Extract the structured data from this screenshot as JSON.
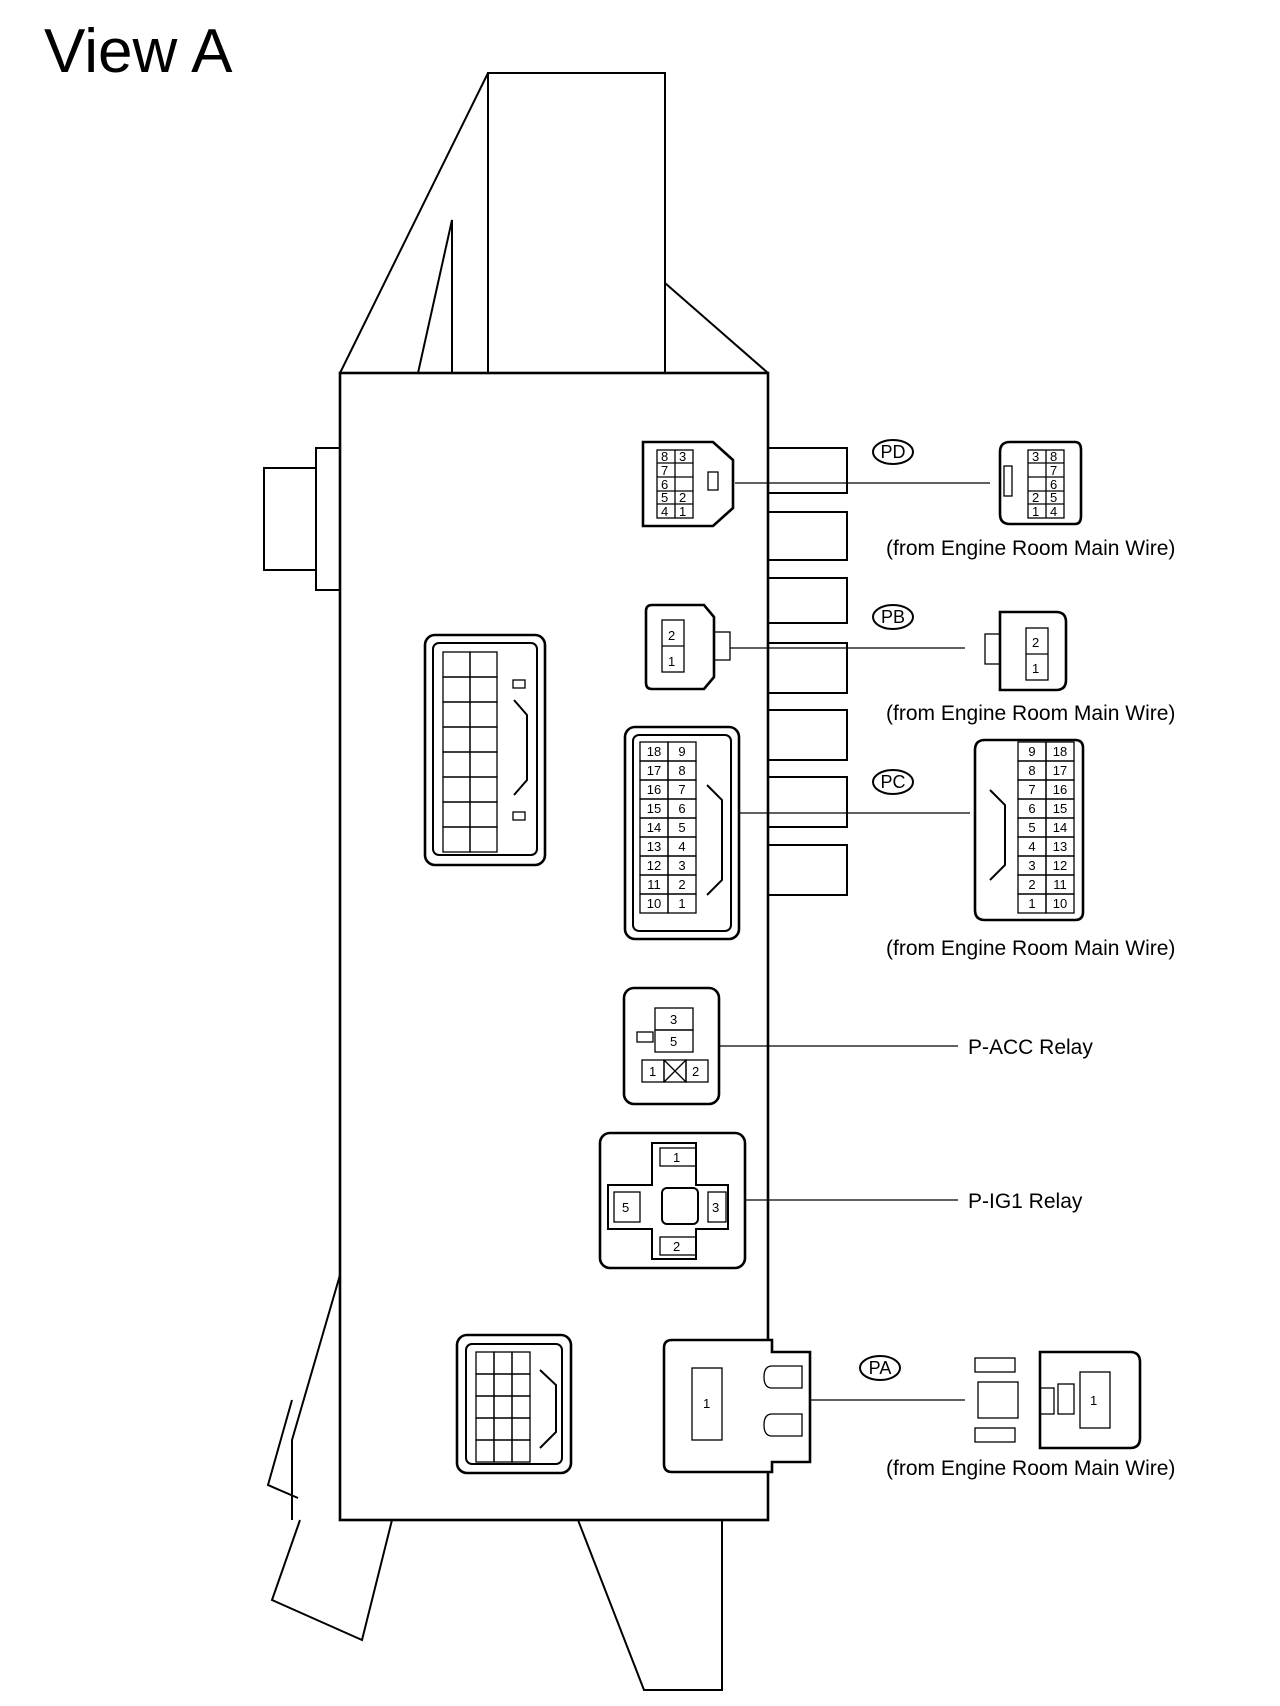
{
  "title": "View A",
  "connectors": {
    "pd": {
      "code": "PD",
      "note": "(from Engine Room Main Wire)",
      "pins": [
        "8",
        "3",
        "7",
        "6",
        "5",
        "2",
        "4",
        "1"
      ],
      "mate_pins": [
        "3",
        "8",
        "7",
        "6",
        "2",
        "5",
        "1",
        "4"
      ]
    },
    "pb": {
      "code": "PB",
      "note": "(from Engine Room Main Wire)",
      "pins": [
        "2",
        "1"
      ],
      "mate_pins": [
        "2",
        "1"
      ]
    },
    "pc": {
      "code": "PC",
      "note": "(from Engine Room Main Wire)",
      "pins": [
        "18",
        "9",
        "17",
        "8",
        "16",
        "7",
        "15",
        "6",
        "14",
        "5",
        "13",
        "4",
        "12",
        "3",
        "11",
        "2",
        "10",
        "1"
      ],
      "mate_pins": [
        "9",
        "18",
        "8",
        "17",
        "7",
        "16",
        "6",
        "15",
        "5",
        "14",
        "4",
        "13",
        "3",
        "12",
        "2",
        "11",
        "1",
        "10"
      ]
    },
    "pa": {
      "code": "PA",
      "note": "(from Engine Room Main Wire)",
      "pins": [
        "1"
      ],
      "mate_pins": [
        "1"
      ]
    }
  },
  "relays": {
    "p_acc": {
      "label": "P-ACC Relay",
      "pins": [
        "3",
        "5",
        "1",
        "2"
      ]
    },
    "p_ig1": {
      "label": "P-IG1 Relay",
      "pins": [
        "1",
        "5",
        "3",
        "2"
      ]
    }
  }
}
